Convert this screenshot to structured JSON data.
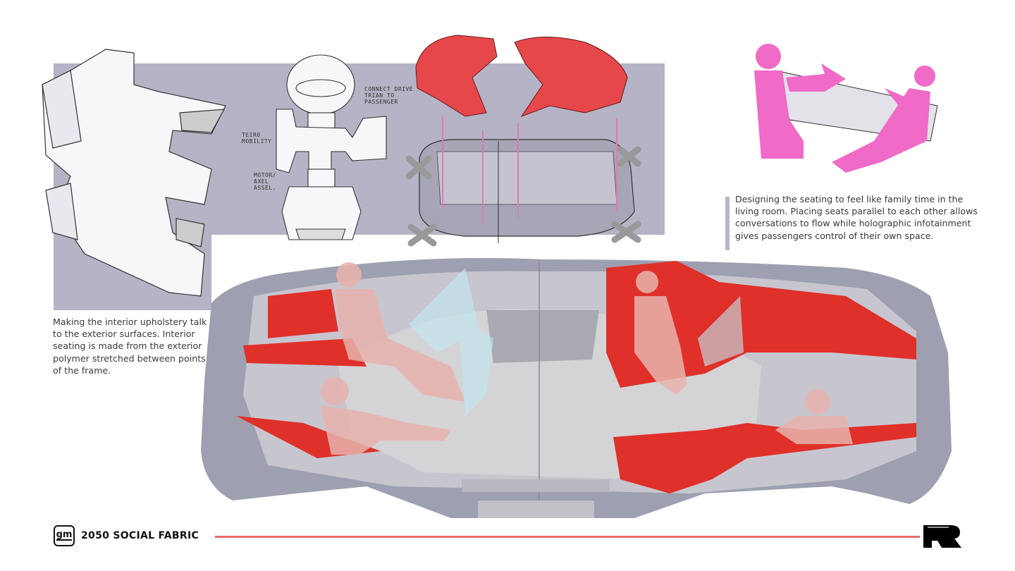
{
  "captions": {
    "left": "Making the interior upholstery talk to the exterior surfaces. Interior seating is made from the exterior polymer stretched between points of the frame.",
    "right": "Designing the seating to feel like family time in the living room. Placing seats parallel to each other allows conversations to flow while holographic infotainment gives passengers control of their own space."
  },
  "sketch_annotations": {
    "connect": "Connect drive trian to passenger",
    "mobility": "Teir0 mobility",
    "motor": "Motor/ axel assel."
  },
  "footer": {
    "logo_text": "gm",
    "title": "2050 SOCIAL FABRIC",
    "brand_mark": "R"
  },
  "colors": {
    "panel": "#b5b3c5",
    "accent_red": "#e0302a",
    "footer_line": "#ea6a6a",
    "figure_pink": "#f06ac8"
  }
}
